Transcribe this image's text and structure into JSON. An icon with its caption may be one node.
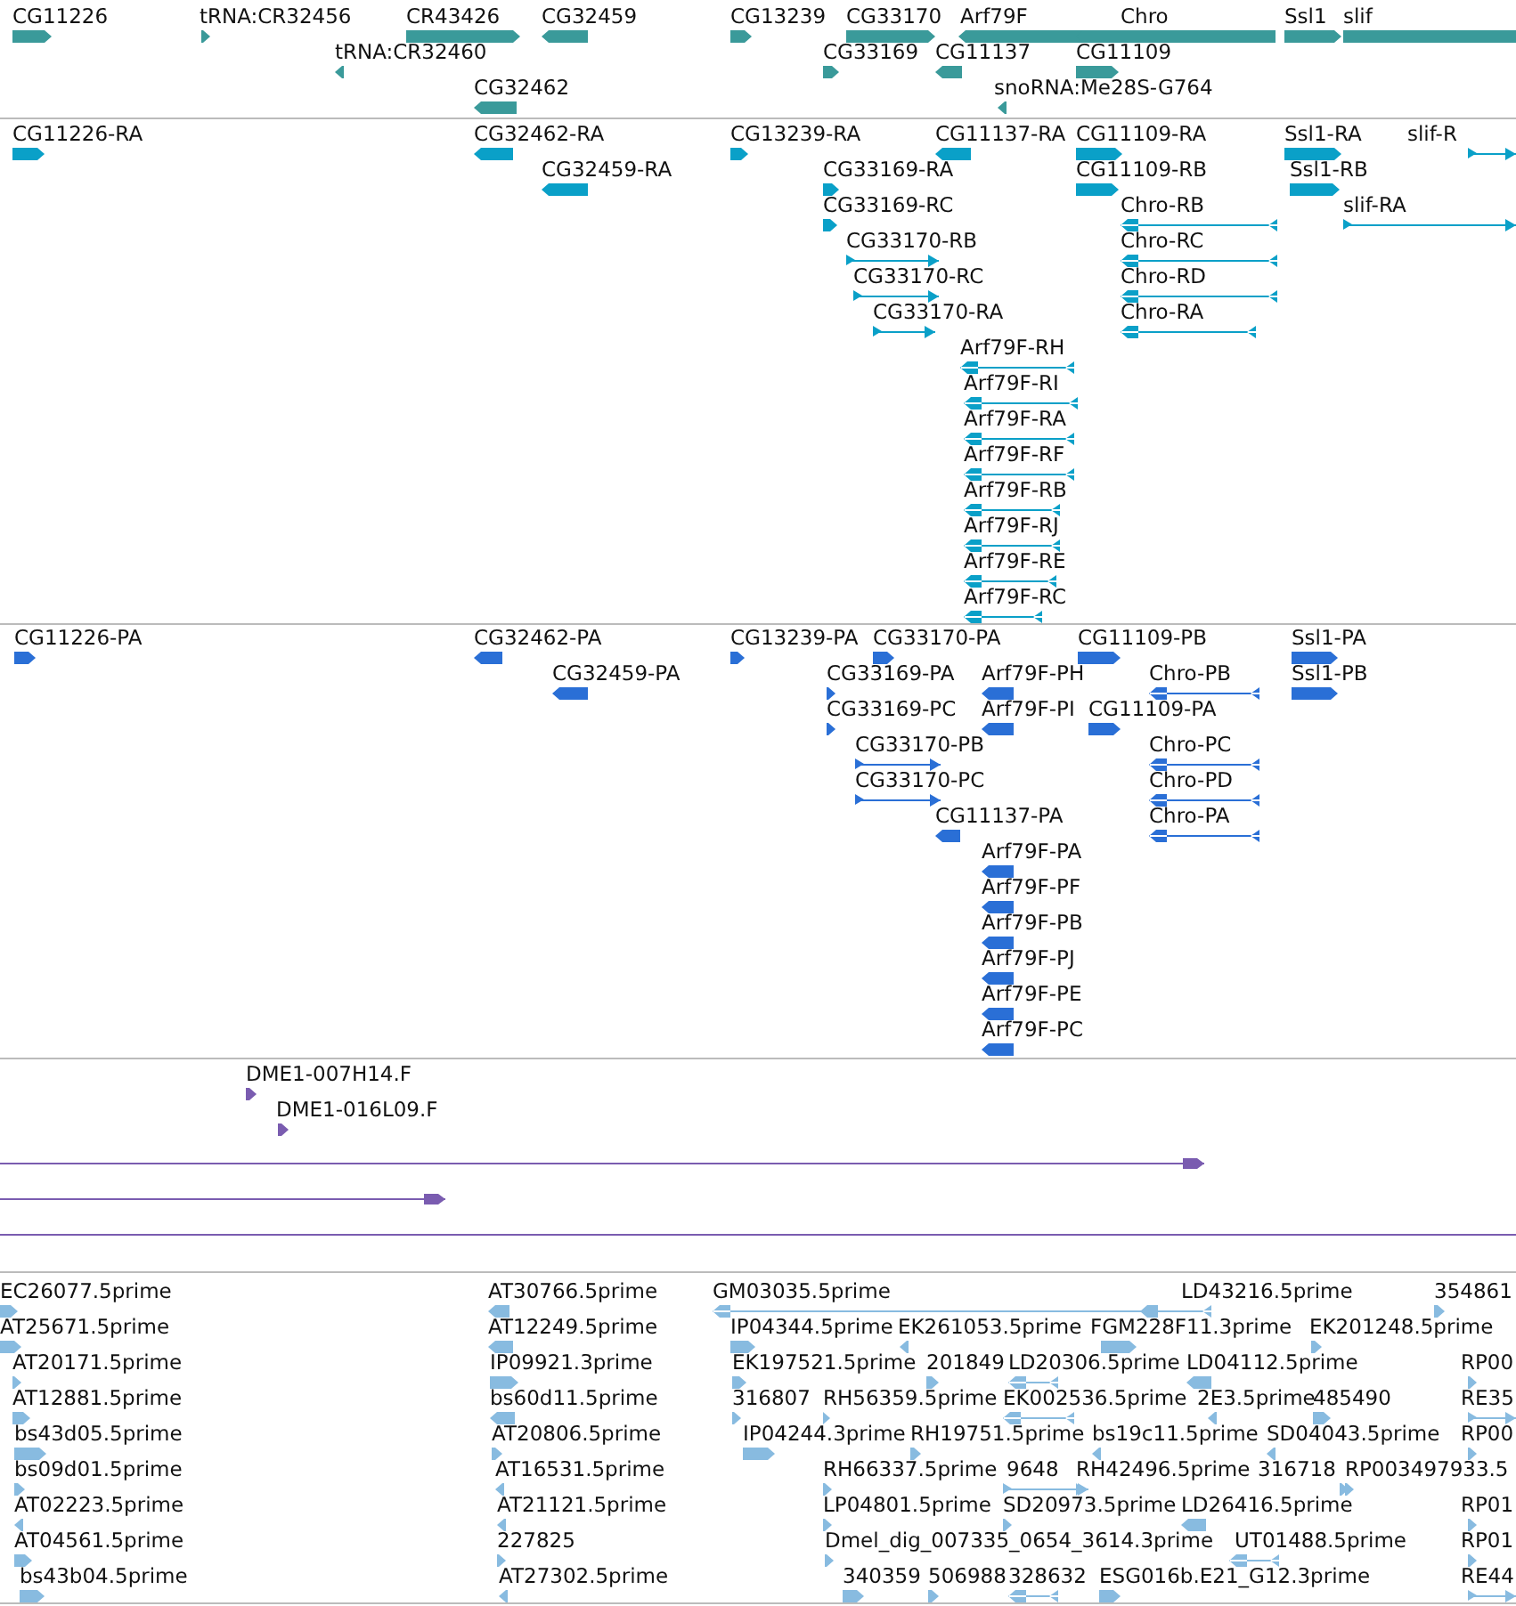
{
  "diagram": {
    "labels": [
      "CG11226",
      "tRNA:CR32456",
      "CR43426",
      "CG32459",
      "CG13239",
      "CG33170",
      "Arf79F",
      "Chro",
      "Ssl1",
      "slif",
      "tRNA:CR32460",
      "CG33169",
      "CG11137",
      "CG11109",
      "CG32462",
      "snoRNA:Me28S-G764",
      "CG11226-RA",
      "CG32462-RA",
      "CG13239-RA",
      "CG11137-RA",
      "CG11109-RA",
      "Ssl1-RA",
      "slif-R",
      "CG32459-RA",
      "CG33169-RA",
      "CG11109-RB",
      "Ssl1-RB",
      "CG33169-RC",
      "Chro-RB",
      "slif-RA",
      "CG33170-RB",
      "Chro-RC",
      "CG33170-RC",
      "Chro-RD",
      "CG33170-RA",
      "Chro-RA",
      "Arf79F-RH",
      "Arf79F-RI",
      "Arf79F-RA",
      "Arf79F-RF",
      "Arf79F-RB",
      "Arf79F-RJ",
      "Arf79F-RE",
      "Arf79F-RC",
      "CG11226-PA",
      "CG32462-PA",
      "CG13239-PA",
      "CG33170-PA",
      "CG11109-PB",
      "Ssl1-PA",
      "CG32459-PA",
      "CG33169-PA",
      "Arf79F-PH",
      "Chro-PB",
      "Ssl1-PB",
      "CG33169-PC",
      "Arf79F-PI",
      "CG11109-PA",
      "CG33170-PB",
      "Chro-PC",
      "CG33170-PC",
      "Chro-PD",
      "CG11137-PA",
      "Chro-PA",
      "Arf79F-PA",
      "Arf79F-PF",
      "Arf79F-PB",
      "Arf79F-PJ",
      "Arf79F-PE",
      "Arf79F-PC",
      "DME1-007H14.F",
      "DME1-016L09.F",
      "EC26077.5prime",
      "AT30766.5prime",
      "GM03035.5prime",
      "LD43216.5prime",
      "354861",
      "AT25671.5prime",
      "AT12249.5prime",
      "IP04344.5prime",
      "EK261053.5prime",
      "FGM228F11.3prime",
      "EK201248.5prime",
      "AT20171.5prime",
      "IP09921.3prime",
      "EK197521.5prime",
      "201849",
      "LD20306.5prime",
      "LD04112.5prime",
      "RP00",
      "AT12881.5prime",
      "bs60d11.5prime",
      "316807",
      "RH56359.5prime",
      "EK002536.5prime",
      "2E3.5prime",
      "485490",
      "RE35",
      "bs43d05.5prime",
      "AT20806.5prime",
      "IP04244.3prime",
      "RH19751.5prime",
      "bs19c11.5prime",
      "SD04043.5prime",
      "RP00",
      "bs09d01.5prime",
      "AT16531.5prime",
      "RH66337.5prime",
      "9648",
      "RH42496.5prime",
      "316718",
      "RP003497933.5",
      "AT02223.5prime",
      "AT21121.5prime",
      "LP04801.5prime",
      "SD20973.5prime",
      "LD26416.5prime",
      "RP01",
      "AT04561.5prime",
      "227825",
      "Dmel_dig_007335_0654_3614.3prime",
      "UT01488.5prime",
      "RP01",
      "bs43b04.5prime",
      "AT27302.5prime",
      "340359",
      "506988",
      "328632",
      "ESG016b.E21_G12.3prime",
      "RE44"
    ]
  }
}
